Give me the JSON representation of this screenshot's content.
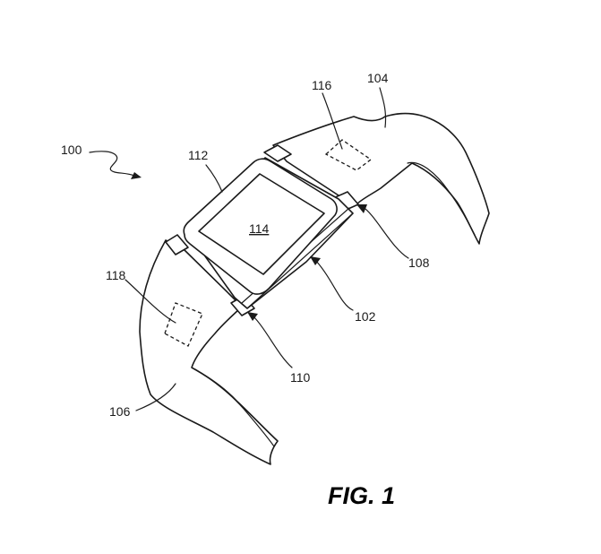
{
  "labels": {
    "device": "100",
    "housing": "102",
    "band_upper": "104",
    "band_lower": "106",
    "connector_right": "108",
    "connector_left": "110",
    "bezel": "112",
    "display": "114",
    "component_upper": "116",
    "component_lower": "118"
  },
  "caption": "FIG. 1"
}
